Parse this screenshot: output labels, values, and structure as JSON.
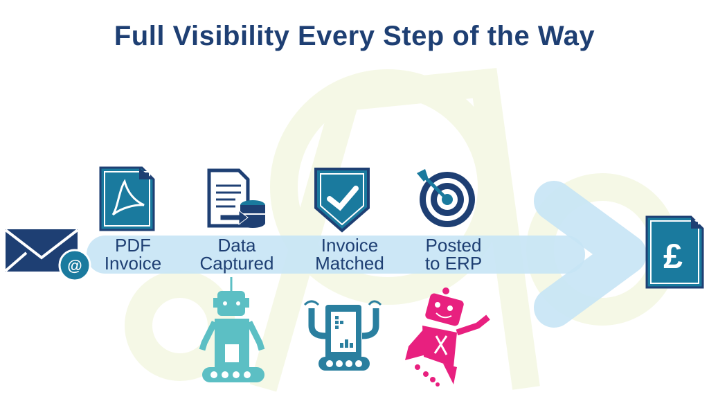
{
  "title": "Full Visibility Every Step of the Way",
  "steps": [
    {
      "line1": "PDF",
      "line2": "Invoice",
      "icon": "pdf-document-icon"
    },
    {
      "line1": "Data",
      "line2": "Captured",
      "icon": "document-database-icon"
    },
    {
      "line1": "Invoice",
      "line2": "Matched",
      "icon": "shield-check-icon"
    },
    {
      "line1": "Posted",
      "line2": "to ERP",
      "icon": "target-arrow-icon"
    }
  ],
  "start_icon": "email-at-icon",
  "end_icon": "pound-document-icon",
  "robots": [
    "teal-robot-icon",
    "tablet-robot-icon",
    "pink-flying-robot-icon"
  ],
  "colors": {
    "navy": "#1e3f73",
    "teal": "#1a7a9e",
    "arrow": "#c6e4f5",
    "watermark": "#f5f8e6",
    "robot_teal": "#5cbfc4",
    "robot_pink": "#e8207f"
  }
}
